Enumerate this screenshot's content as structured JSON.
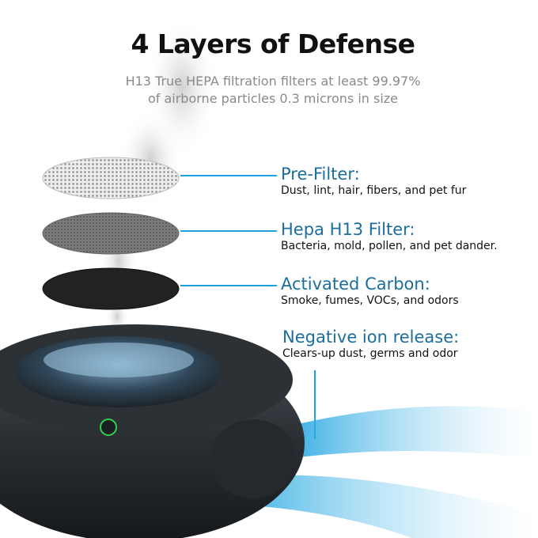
{
  "title": "4 Layers of Defense",
  "subtitle": {
    "line1": "H13 True HEPA filtration filters at least 99.97%",
    "line2": "of airborne particles 0.3 microns in size"
  },
  "layers": [
    {
      "name": "Pre-Filter:",
      "desc": "Dust, lint, hair, fibers, and pet fur"
    },
    {
      "name": "Hepa H13 Filter:",
      "desc": "Bacteria, mold, pollen, and pet dander."
    },
    {
      "name": "Activated Carbon:",
      "desc": "Smoke, fumes, VOCs, and odors"
    },
    {
      "name": "Negative ion release:",
      "desc": "Clears-up dust, germs and odor"
    }
  ],
  "colors": {
    "accent": "#1b6e9c",
    "line": "#1aa3e0"
  }
}
